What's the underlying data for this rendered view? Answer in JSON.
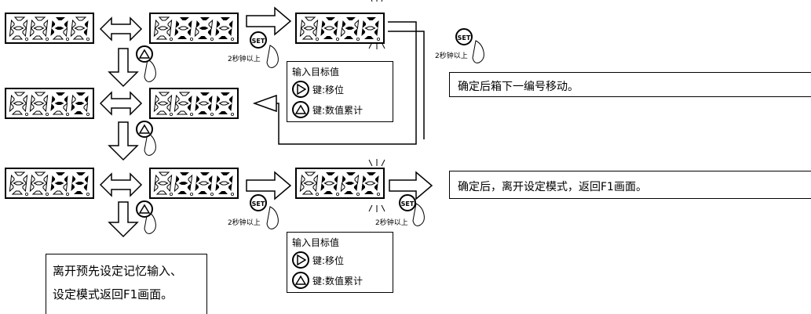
{
  "displays": [
    {
      "id": "p1",
      "chars": [
        "8",
        "8",
        "P",
        "1"
      ],
      "lit": [
        false,
        false,
        true,
        true
      ]
    },
    {
      "id": "v050a",
      "chars": [
        "8",
        "0",
        "5",
        "0"
      ],
      "lit": [
        false,
        true,
        true,
        true
      ]
    },
    {
      "id": "v050b",
      "chars": [
        "8",
        "0",
        "5",
        "0"
      ],
      "lit": [
        false,
        true,
        true,
        true
      ],
      "blink_last": true
    },
    {
      "id": "p2",
      "chars": [
        "8",
        "8",
        "P",
        "2"
      ],
      "lit": [
        false,
        false,
        true,
        true
      ]
    },
    {
      "id": "v100",
      "chars": [
        "8",
        "1",
        "0",
        "0"
      ],
      "lit": [
        false,
        true,
        true,
        true
      ]
    },
    {
      "id": "p8",
      "chars": [
        "8",
        "8",
        "P",
        "8"
      ],
      "lit": [
        false,
        false,
        true,
        true
      ]
    },
    {
      "id": "v500",
      "chars": [
        "8",
        "5",
        "0",
        "0"
      ],
      "lit": [
        false,
        true,
        true,
        true
      ]
    },
    {
      "id": "v050c",
      "chars": [
        "8",
        "0",
        "5",
        "0"
      ],
      "lit": [
        false,
        true,
        true,
        true
      ],
      "blink_last": true
    }
  ],
  "set_label": "SET",
  "hold_label": "2秒钟以上",
  "input_box": {
    "title": "输入目标值",
    "right_key": "键:移位",
    "up_key": "键:数值累计"
  },
  "next_number_note": "确定后箱下一编号移动。",
  "exit_setting_note": "确定后，离开设定模式，返回F1画面。",
  "exit_memory_note": {
    "line1": "离开预先设定记忆输入、",
    "line2": "设定模式返回F1画面。"
  },
  "icons": [
    "set-key-icon",
    "up-key-icon",
    "right-key-icon",
    "hand-press-icon",
    "blink-mark-icon"
  ]
}
